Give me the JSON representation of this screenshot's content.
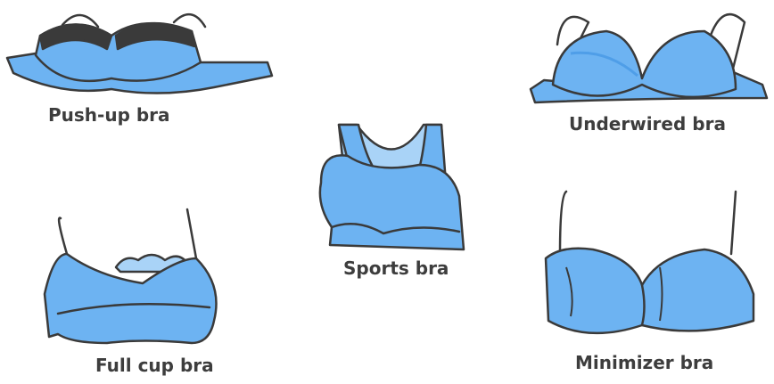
{
  "labels": {
    "pushup": "Push-up bra",
    "underwired": "Underwired bra",
    "sports": "Sports bra",
    "fullcup": "Full cup bra",
    "minimizer": "Minimizer bra"
  },
  "colors": {
    "fill": "#6db3f2",
    "shade": "#4f9ee8",
    "dark": "#3a3a3a",
    "light": "#a9d3f7"
  }
}
